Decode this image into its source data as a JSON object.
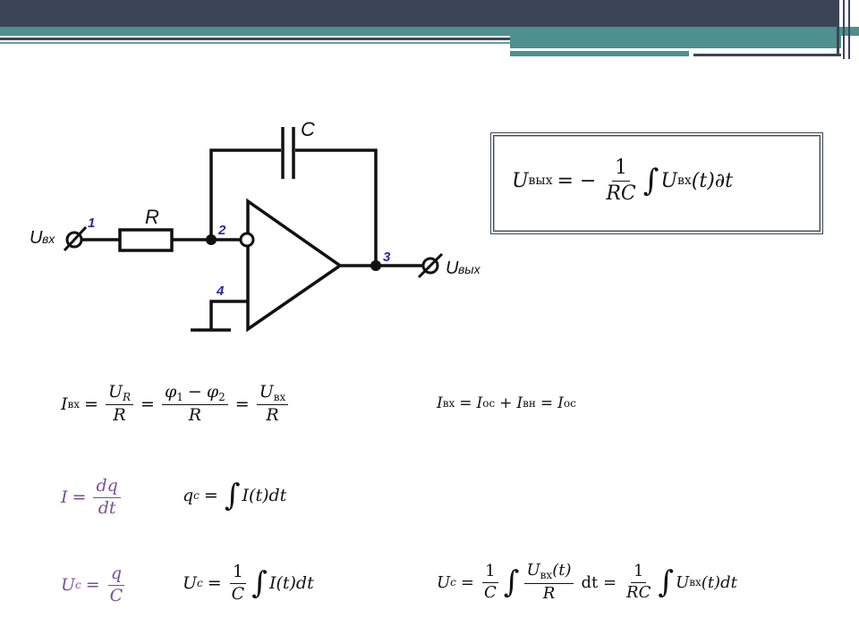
{
  "diagram": {
    "labels": {
      "input": "U",
      "input_sub": "вх",
      "output": "U",
      "output_sub": "вых",
      "resistor": "R",
      "capacitor": "C",
      "node1": "1",
      "node2": "2",
      "node3": "3",
      "node4": "4"
    }
  },
  "boxed_formula": {
    "lhs": "U",
    "lhs_sub": "вых",
    "eq": "= −",
    "num": "1",
    "den": "RC",
    "integral": "∫",
    "body": "U",
    "body_sub": "вх",
    "tail": "(t)∂t"
  },
  "eq1": {
    "lhs": "I",
    "lhs_sub": "вх",
    "f1_num": "U",
    "f1_num_sub": "R",
    "f1_den": "R",
    "f2_num": "φ",
    "f2_num_sub1": "1",
    "f2_minus": "−",
    "f2_num2": "φ",
    "f2_num_sub2": "2",
    "f2_den": "R",
    "f3_num": "U",
    "f3_num_sub": "вх",
    "f3_den": "R"
  },
  "eq2": {
    "a": "I",
    "a_sub": "вх",
    "b": "I",
    "b_sub": "ос",
    "c": "I",
    "c_sub": "вн",
    "d": "I",
    "d_sub": "ос",
    "eq": "=",
    "plus": "+"
  },
  "eq3": {
    "lhs": "I",
    "num": "dq",
    "den": "dt"
  },
  "eq4": {
    "lhs": "q",
    "lhs_sub": "c",
    "integral": "∫",
    "body": "I(t)dt"
  },
  "eq5": {
    "lhs": "U",
    "lhs_sub": "c",
    "num": "q",
    "den": "C"
  },
  "eq6": {
    "lhs": "U",
    "lhs_sub": "c",
    "num": "1",
    "den": "C",
    "integral": "∫",
    "body": "I(t)dt"
  },
  "eq7": {
    "lhs": "U",
    "lhs_sub": "c",
    "f1_num": "1",
    "f1_den": "C",
    "integral": "∫",
    "f2_num": "U",
    "f2_num_sub": "вх",
    "f2_num_tail": "(t)",
    "f2_den": "R",
    "mid": "dt =",
    "f3_num": "1",
    "f3_den": "RC",
    "integral2": "∫",
    "body": "U",
    "body_sub": "вх",
    "tail": "(t)dt"
  },
  "colors": {
    "header": "#3c4458",
    "teal": "#4a8c8c",
    "purple": "#7a4f9a",
    "node_blue": "#2a2aa0"
  }
}
